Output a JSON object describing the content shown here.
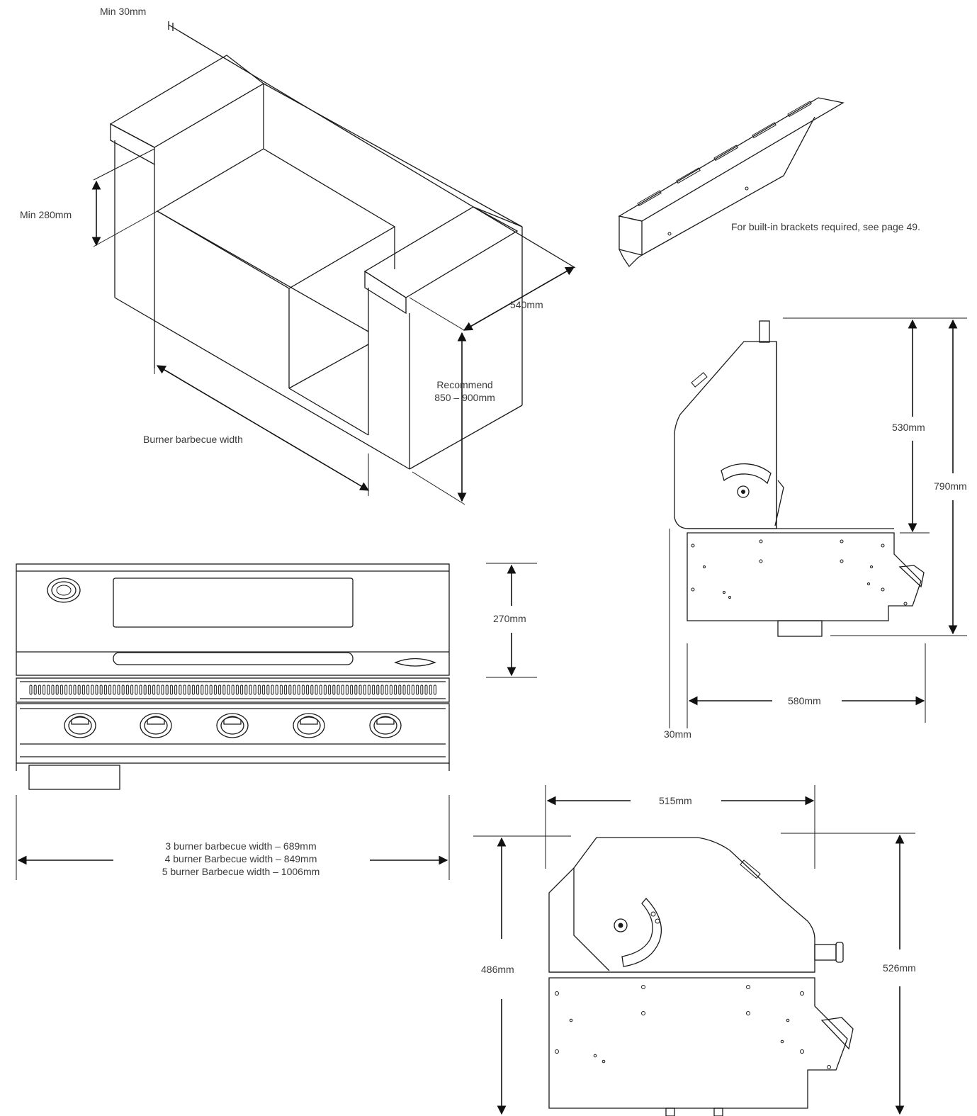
{
  "labels": {
    "min_30": "Min 30mm",
    "min_280": "Min 280mm",
    "d540": "540mm",
    "recommend_1": "Recommend",
    "recommend_2": "850 – 900mm",
    "burner_width": "Burner barbecue width",
    "brackets_note": "For built-in brackets required, see page 49.",
    "d530": "530mm",
    "d790": "790mm",
    "d270": "270mm",
    "d580": "580mm",
    "d30": "30mm",
    "width_3": "3 burner barbecue width – 689mm",
    "width_4": "4 burner Barbecue width – 849mm",
    "width_5": "5 burner Barbecue width –  1006mm",
    "d515": "515mm",
    "d486": "486mm",
    "d526": "526mm"
  },
  "colors": {
    "line": "#1a1a1a",
    "text": "#3a3a3a",
    "background": "#ffffff"
  }
}
